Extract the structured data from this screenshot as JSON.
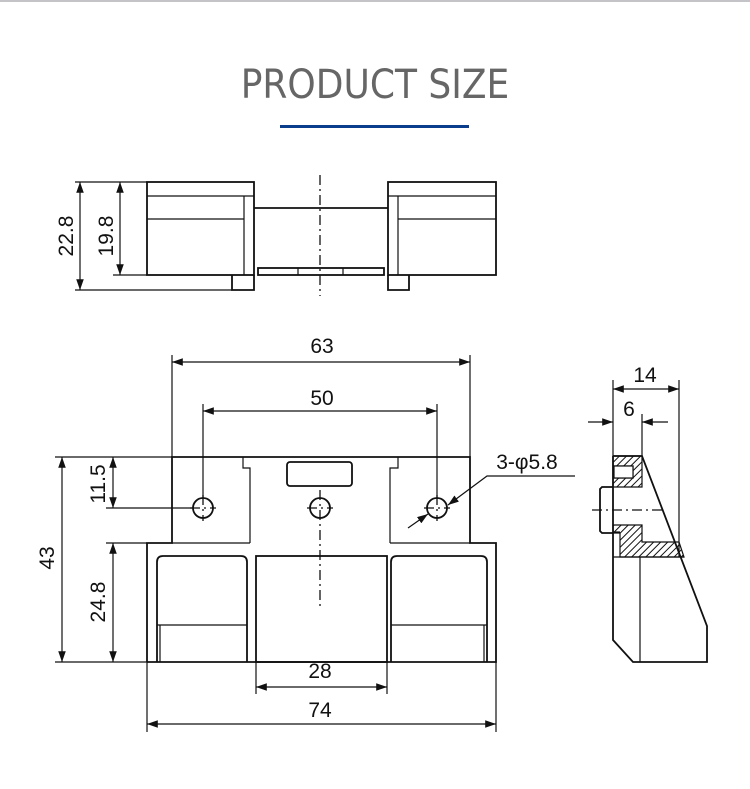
{
  "title": "PRODUCT SIZE",
  "accent_color": "#0a3d8c",
  "dimensions": {
    "top_view": {
      "overall_height": "22.8",
      "body_height": "19.8"
    },
    "front_view": {
      "overall_width": "63",
      "hole_spacing": "50",
      "hole_spec": "3-φ5.8",
      "height": "43",
      "hole_offset": "11.5",
      "lower_height": "24.8",
      "center_width": "28",
      "base_width": "74"
    },
    "side_view": {
      "depth": "14",
      "flange": "6"
    }
  }
}
